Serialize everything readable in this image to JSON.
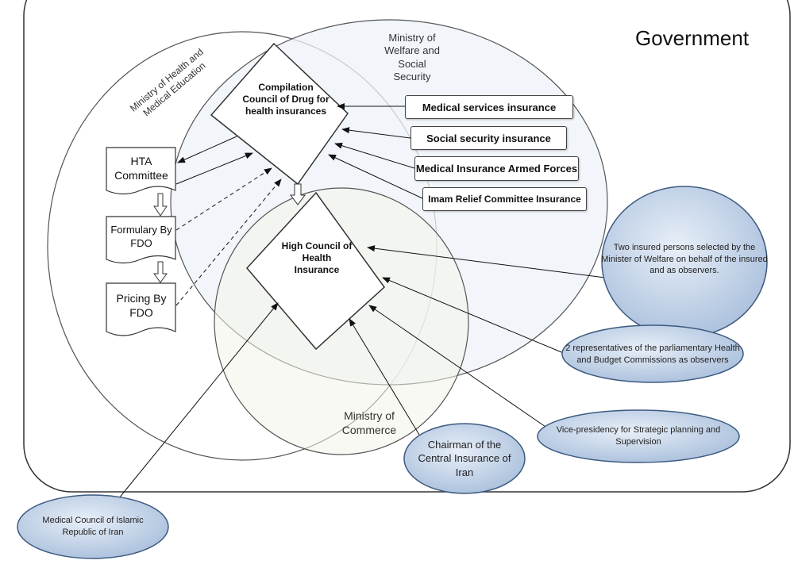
{
  "government_label": "Government",
  "ministries": {
    "health": "Ministry of Health and Medical Education",
    "welfare": "Ministry of Welfare and Social Security",
    "commerce": "Ministry of Commerce"
  },
  "diamonds": {
    "compilation": "Compilation Council of Drug for health insurances",
    "high_council": "High Council of Health Insurance"
  },
  "insurance_boxes": [
    "Medical services insurance",
    "Social security insurance",
    "Medical Insurance Armed Forces",
    "Imam Relief Committee Insurance"
  ],
  "documents": [
    "HTA Committee",
    "Formulary By FDO",
    "Pricing By FDO"
  ],
  "ovals": {
    "insured_persons": "Two insured persons selected by the Minister of Welfare on behalf of the insured and as observers.",
    "parliament": "2 representatives of the parliamentary Health and Budget Commissions as observers",
    "vice_presidency": "Vice-presidency for Strategic planning and Supervision",
    "chairman": "Chairman of the Central Insurance of Iran",
    "medical_council": "Medical Council of Islamic Republic of Iran"
  },
  "colors": {
    "oval_fill": "#c7d6ea",
    "oval_stroke": "#3d5a80",
    "welfare_fill": "#eef3f9",
    "commerce_fill": "#f4f4ea"
  }
}
